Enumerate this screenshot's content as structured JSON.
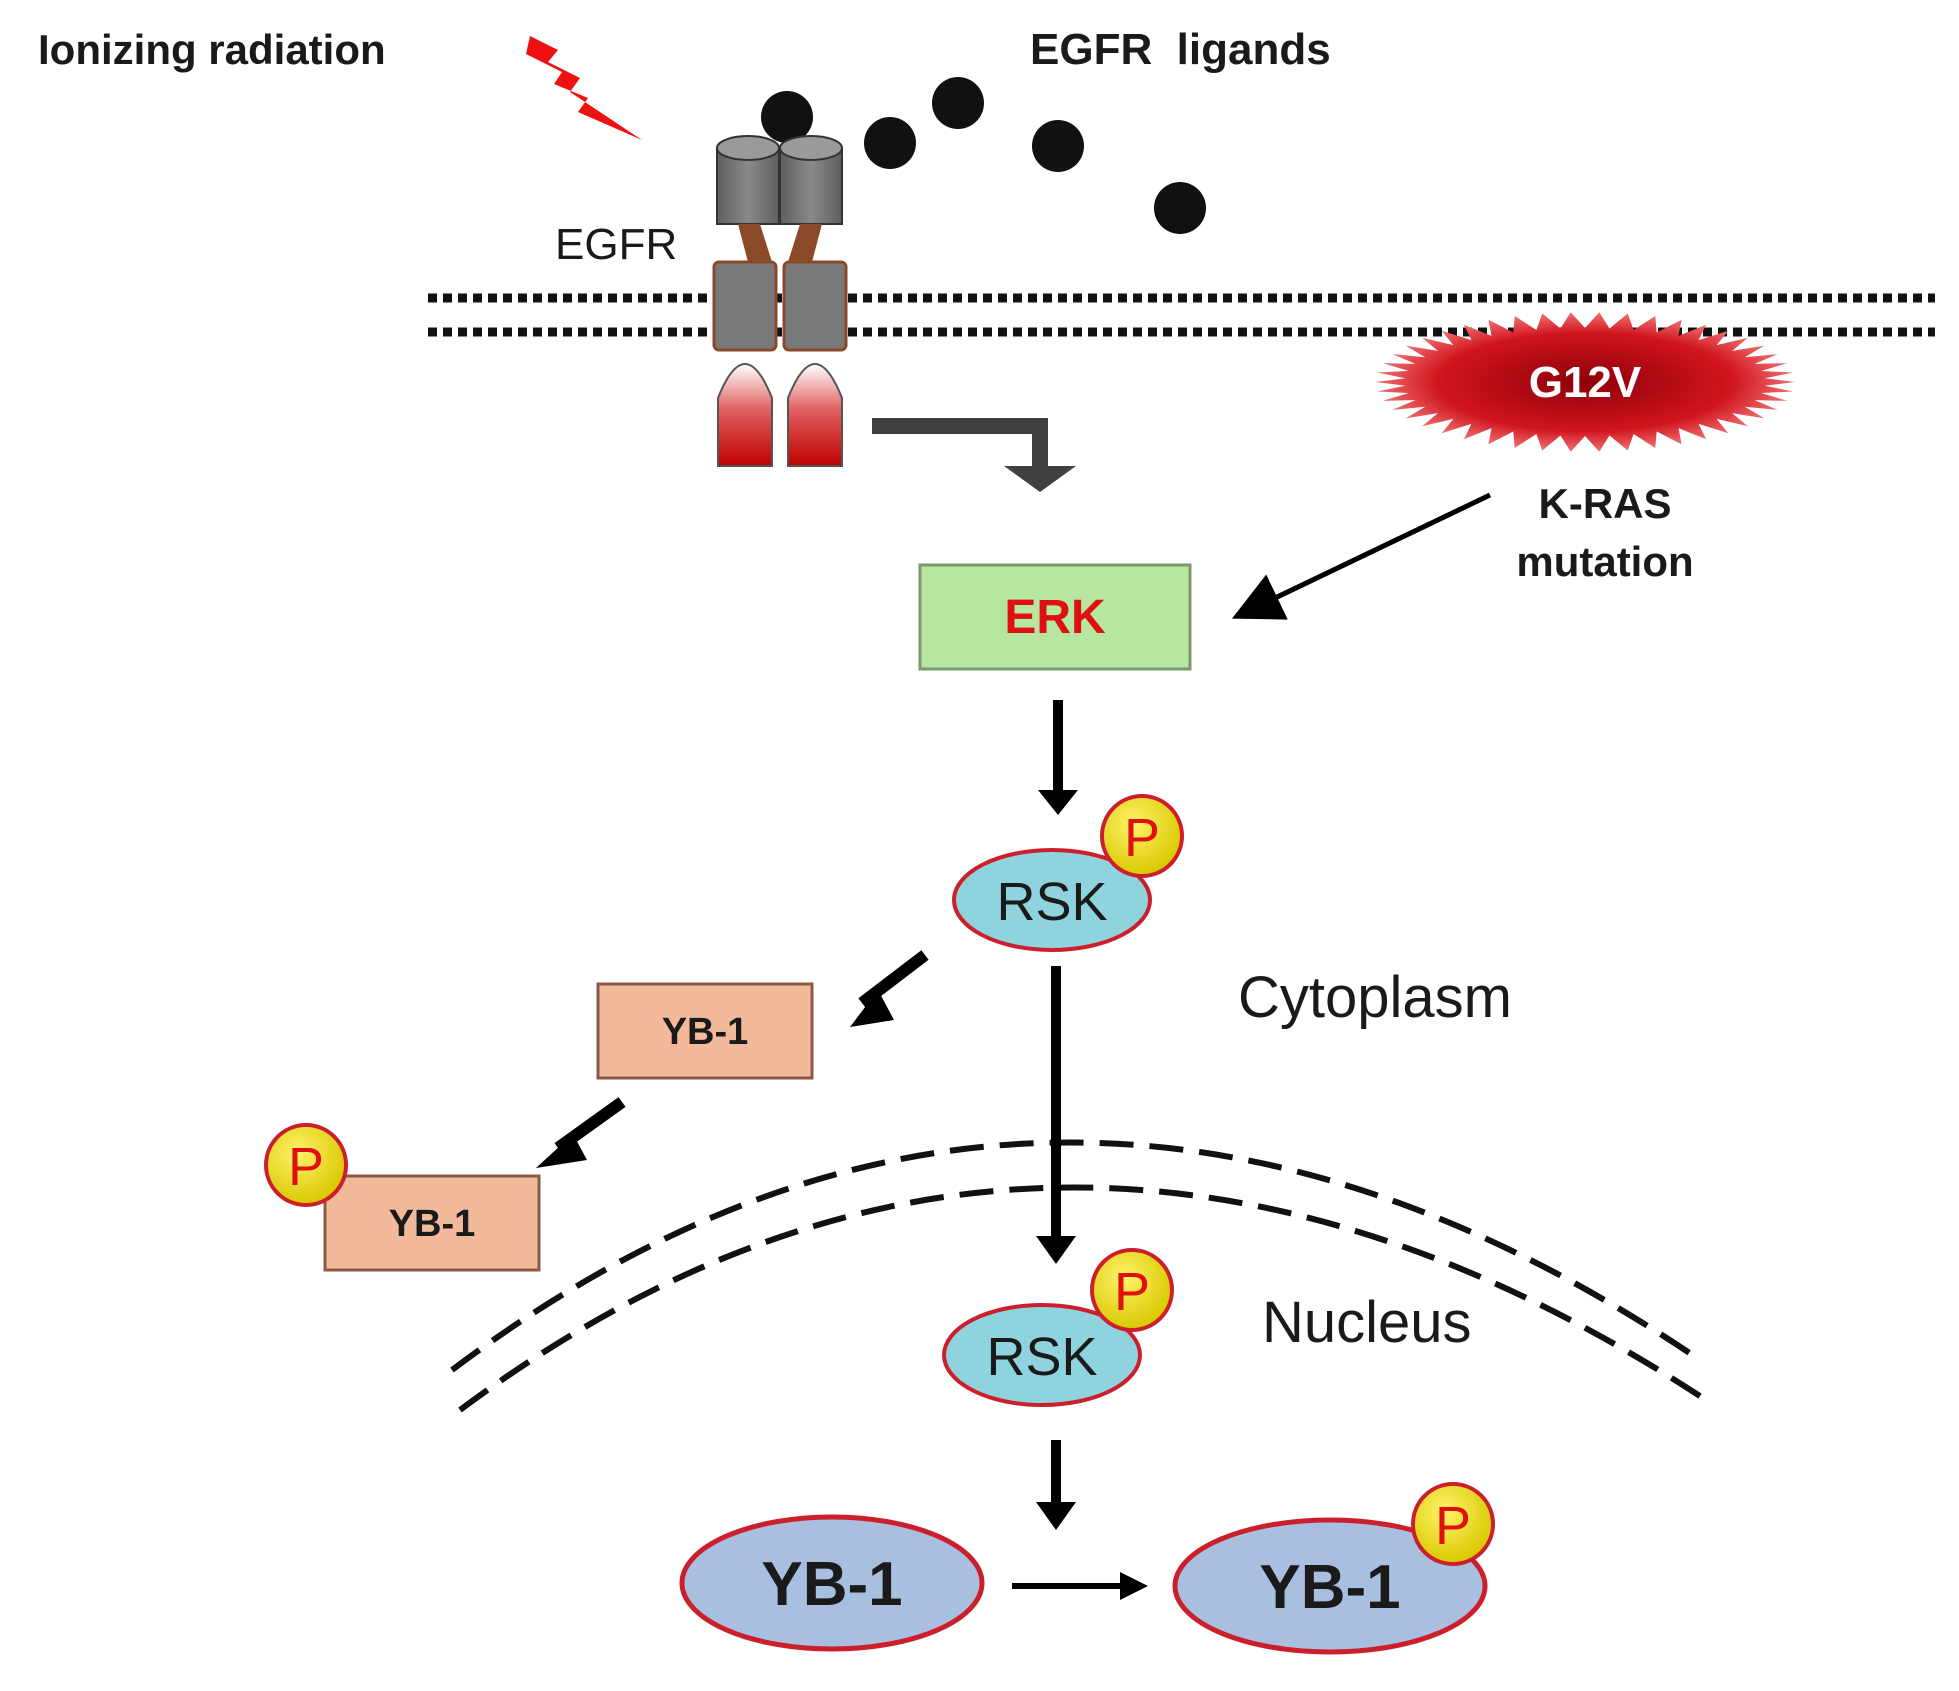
{
  "labels": {
    "ionizing_radiation": "Ionizing radiation",
    "egfr_ligands": "EGFR  ligands",
    "egfr": "EGFR",
    "g12v": "G12V",
    "kras_line1": "K-RAS",
    "kras_line2": "mutation",
    "erk": "ERK",
    "cytoplasm": "Cytoplasm",
    "nucleus": "Nucleus"
  },
  "nodes": {
    "rsk_cyto": "RSK",
    "rsk_nuc": "RSK",
    "yb1_box": "YB-1",
    "yb1_box_p": "YB-1",
    "yb1_nuc": "YB-1",
    "yb1_nuc_p": "YB-1"
  },
  "phospho_label": "P",
  "colors": {
    "lightning": "#ee1111",
    "erk_fill": "#b6e6a0",
    "erk_text": "#dd1111",
    "rsk_fill": "#8fd3de",
    "yb1_box_fill": "#f2b99b",
    "yb1_nuc_fill": "#a9bfe0",
    "outline_red": "#cc1f2c",
    "phospho_fill": "#f2e600",
    "phospho_text": "#e01010",
    "g12v_fill": "#c8141e",
    "receptor_gray": "#7a7a7a",
    "receptor_red": "#c00000"
  }
}
